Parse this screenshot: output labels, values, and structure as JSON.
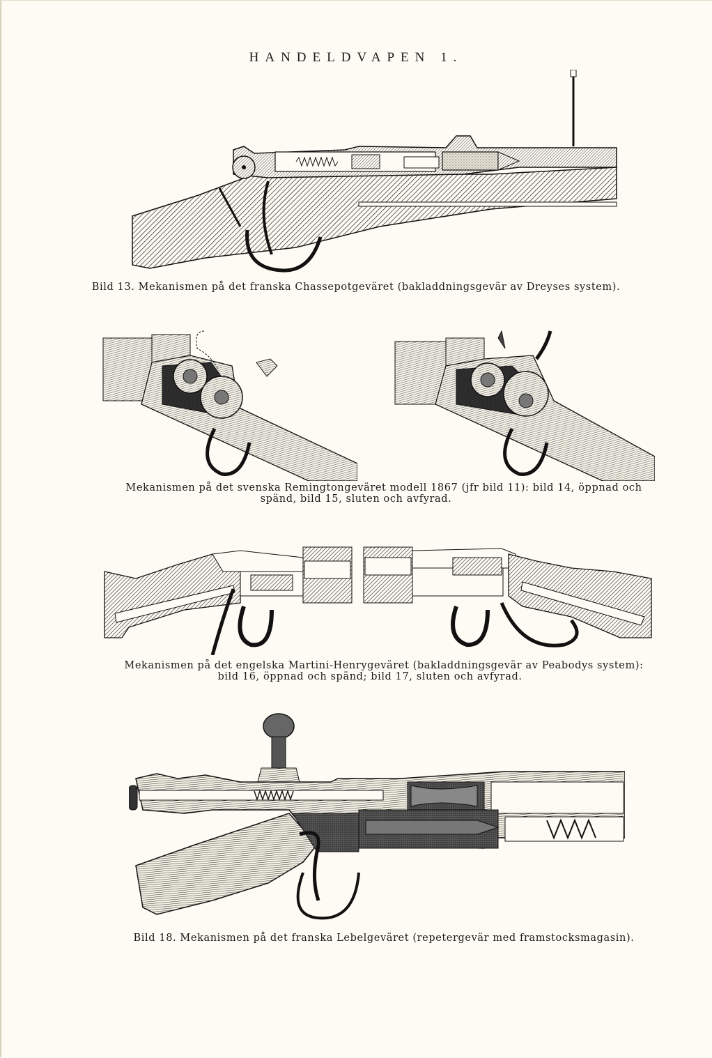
{
  "page": {
    "heading": "HANDELDVAPEN 1.",
    "background_color": "#fdfbf3",
    "ink_color": "#1a1a1a"
  },
  "figures": [
    {
      "id": "bild-13",
      "illustration": "Chassepot rifle mechanism cross-section",
      "caption_lines": [
        "Bild 13.  Mekanismen på det franska Chassepotgeväret (bakladdningsgevär av Dreyses system)."
      ]
    },
    {
      "id": "bild-14-15",
      "illustration": "Swedish Remington rifle model 1867 mechanism, open and cocked / closed and fired",
      "caption_lines": [
        "Mekanismen på det svenska Remingtongeväret modell 1867 (jfr bild 11): bild 14, öppnad och",
        "spänd, bild 15, sluten och avfyrad."
      ]
    },
    {
      "id": "bild-16-17",
      "illustration": "Martini-Henry rifle mechanism, open and cocked / closed and fired",
      "caption_lines": [
        "Mekanismen på det engelska Martini-Henrygeväret (bakladdningsgevär av Peabodys system):",
        "bild 16, öppnad och spänd;  bild 17, sluten och avfyrad."
      ]
    },
    {
      "id": "bild-18",
      "illustration": "Lebel rifle mechanism cross-section with tube magazine",
      "caption_lines": [
        "Bild 18.  Mekanismen på det franska Lebelgeväret (repetergevär med framstocksmagasin)."
      ]
    }
  ]
}
